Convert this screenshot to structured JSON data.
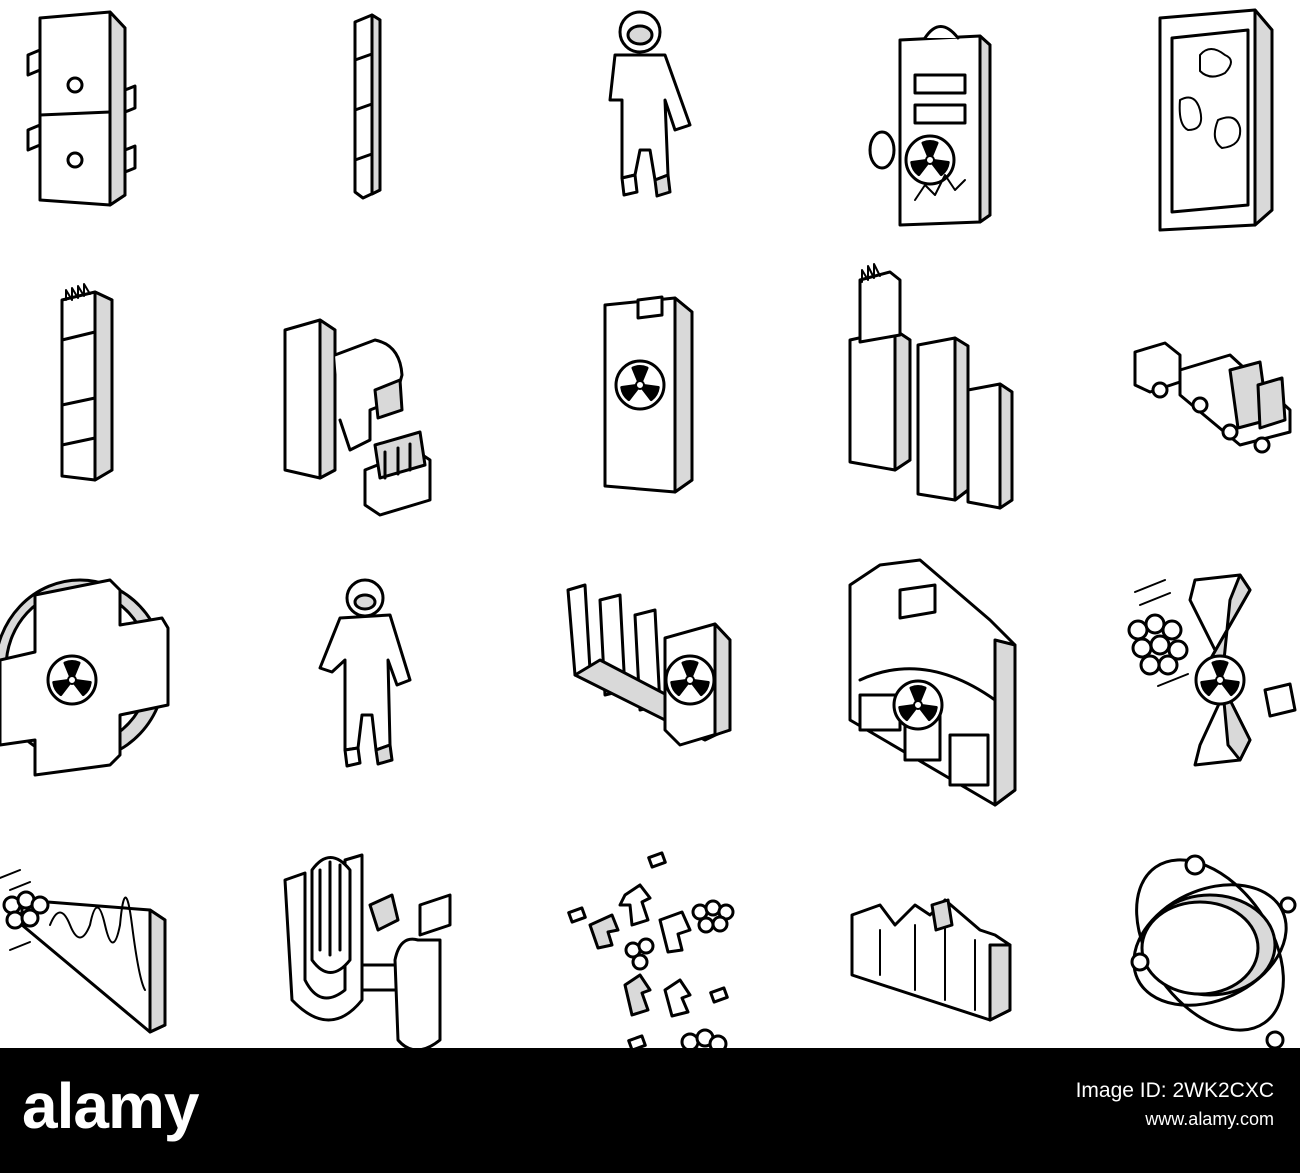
{
  "footer": {
    "logo": "alamy",
    "image_id_line": "Image ID: 2WK2CXC",
    "url": "www.alamy.com"
  },
  "colors": {
    "background": "#ffffff",
    "footer": "#000000",
    "line": "#000000",
    "shade": "#d9d9d9"
  },
  "icons": [
    "nuclear-fuel-container-icon",
    "fuel-rod-icon",
    "hazmat-suit-worker-icon",
    "radiation-clipboard-icon",
    "contaminated-map-board-icon",
    "fuel-assembly-icon",
    "robotic-manipulator-icon",
    "radioactive-waste-bin-icon",
    "reactor-towers-icon",
    "radioactive-cargo-train-icon",
    "radiation-cross-sign-icon",
    "protective-suit-worker-icon",
    "radioactive-tanks-icon",
    "nuclear-power-plant-building-icon",
    "fission-explosion-icon",
    "radiation-wave-beam-icon",
    "reactor-core-vessel-icon",
    "chain-reaction-particles-icon",
    "damaged-city-buildings-icon",
    "atom-orbit-icon"
  ]
}
